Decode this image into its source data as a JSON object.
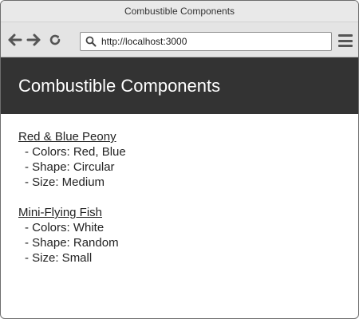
{
  "window": {
    "title": "Combustible Components"
  },
  "toolbar": {
    "back_icon": "arrow-left-icon",
    "forward_icon": "arrow-right-icon",
    "reload_icon": "reload-icon",
    "url": "http://localhost:3000",
    "menu_icon": "hamburger-menu-icon"
  },
  "page": {
    "heading": "Combustible Components",
    "items": [
      {
        "name": "Red & Blue Peony",
        "props": [
          "Colors: Red, Blue",
          "Shape: Circular",
          "Size: Medium"
        ]
      },
      {
        "name": "Mini-Flying Fish",
        "props": [
          "Colors: White",
          "Shape: Random",
          "Size: Small"
        ]
      }
    ]
  },
  "colors": {
    "header_bg": "#333333",
    "header_text": "#ffffff",
    "chrome": "#e4e4e4"
  }
}
